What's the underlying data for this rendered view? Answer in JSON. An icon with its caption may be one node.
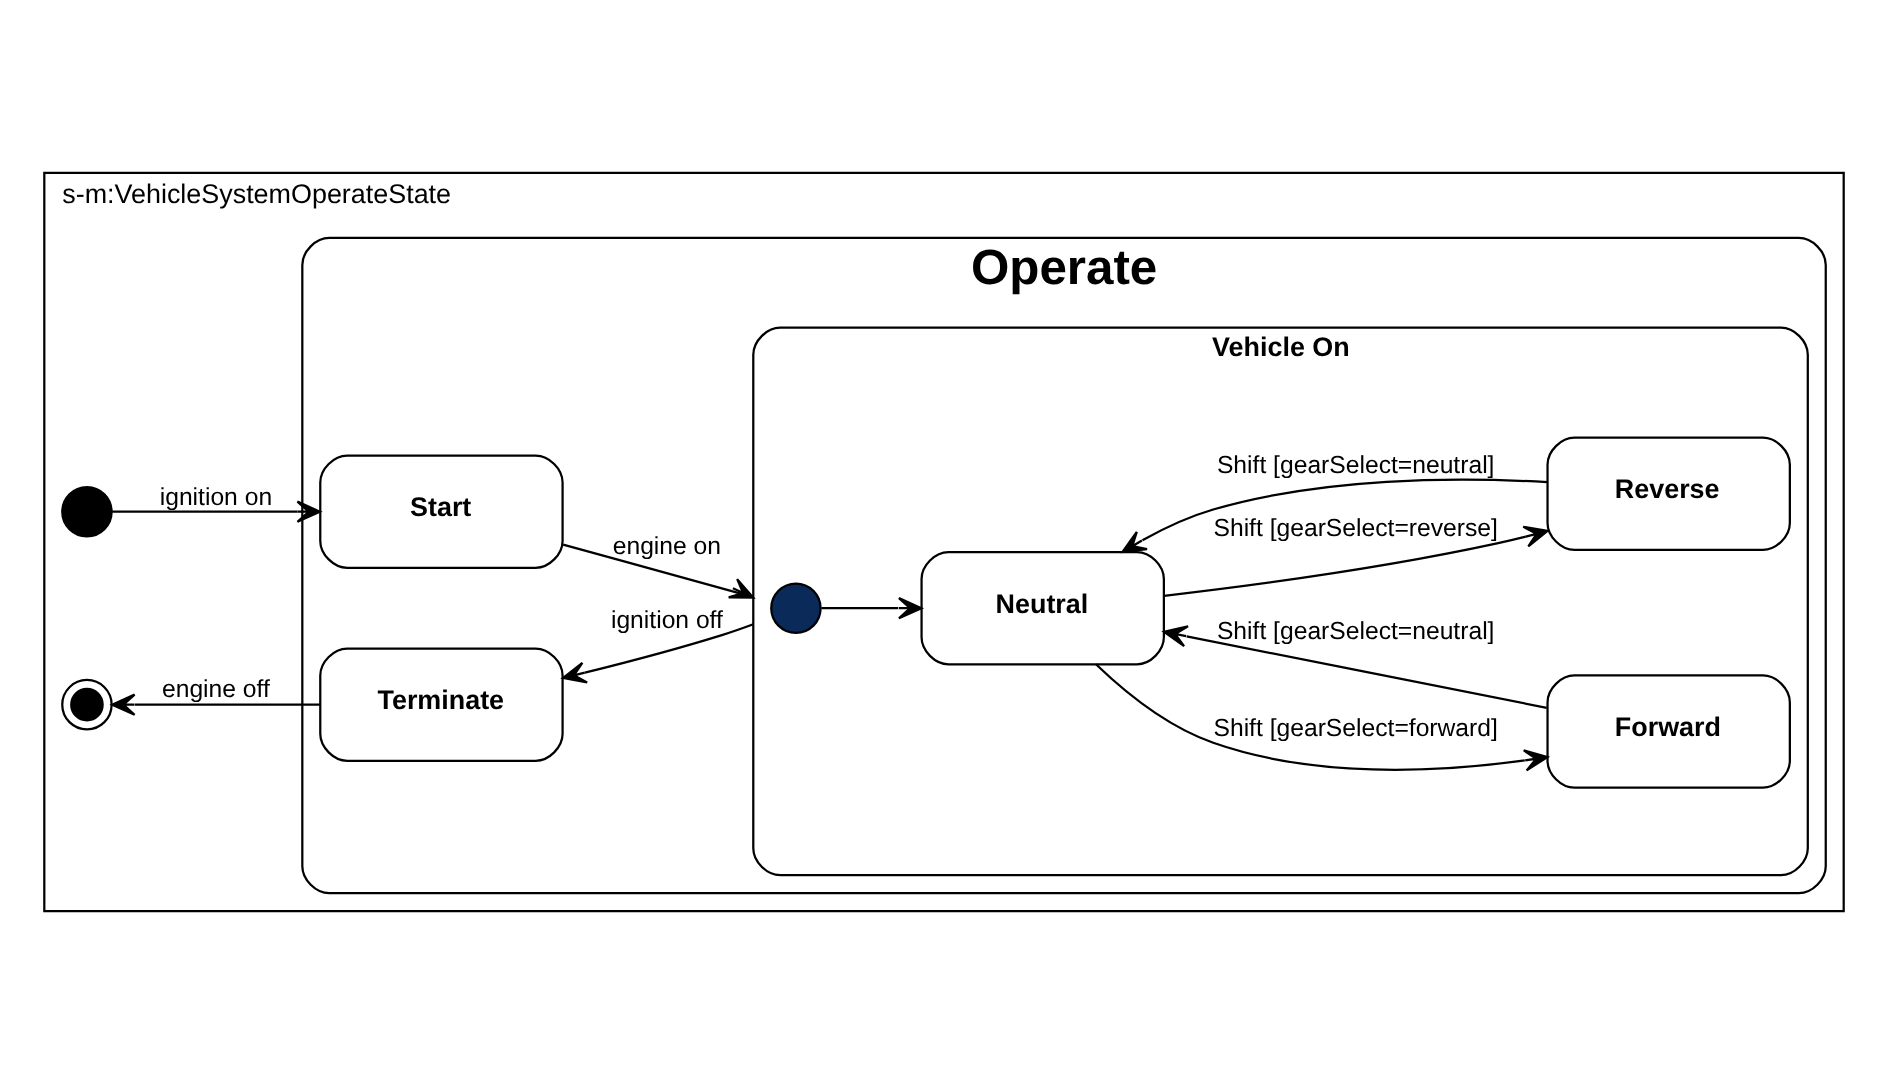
{
  "diagram": {
    "nodes": [
      {
        "text": [
          "s-m:VehicleSystemOperateState"
        ]
      },
      {
        "text": [
          "Operate"
        ],
        "in": 0
      },
      {
        "text": [],
        "shape": "circle",
        "in": 0
      },
      {
        "text": [],
        "shape": "circle",
        "in": 0
      },
      {
        "text": [
          "Start"
        ],
        "in": 1
      },
      {
        "text": [
          "Terminate"
        ],
        "in": 1
      },
      {
        "text": [
          "Vehicle On"
        ],
        "in": 1
      },
      {
        "text": [],
        "shape": "circle",
        "in": 6
      },
      {
        "text": [
          "Forward"
        ],
        "in": 6
      },
      {
        "text": [
          "Neutral"
        ],
        "in": 6
      },
      {
        "text": [
          "Reverse"
        ],
        "in": 6
      }
    ],
    "edges": [
      {
        "from": 2,
        "to": 4,
        "arrow": "to",
        "label": "ignition on"
      },
      {
        "from": 4,
        "to": 6,
        "arrow": "to",
        "label": "engine on"
      },
      {
        "from": 6,
        "to": 5,
        "arrow": "to",
        "label": "ignition off"
      },
      {
        "from": 5,
        "to": 3,
        "arrow": "to",
        "label": "engine off"
      },
      {
        "from": 7,
        "to": 9,
        "arrow": "to"
      },
      {
        "from": 8,
        "to": 9,
        "arrow": "to",
        "label": "Shift [gearSelect=neutral]"
      },
      {
        "from": 9,
        "to": 8,
        "arrow": "to",
        "label": "Shift [gearSelect=forward]"
      },
      {
        "from": 9,
        "to": 10,
        "arrow": "to",
        "label": "Shift [gearSelect=reverse]"
      },
      {
        "from": 10,
        "to": 9,
        "arrow": "to",
        "label": "Shift [gearSelect=neutral]"
      }
    ]
  }
}
